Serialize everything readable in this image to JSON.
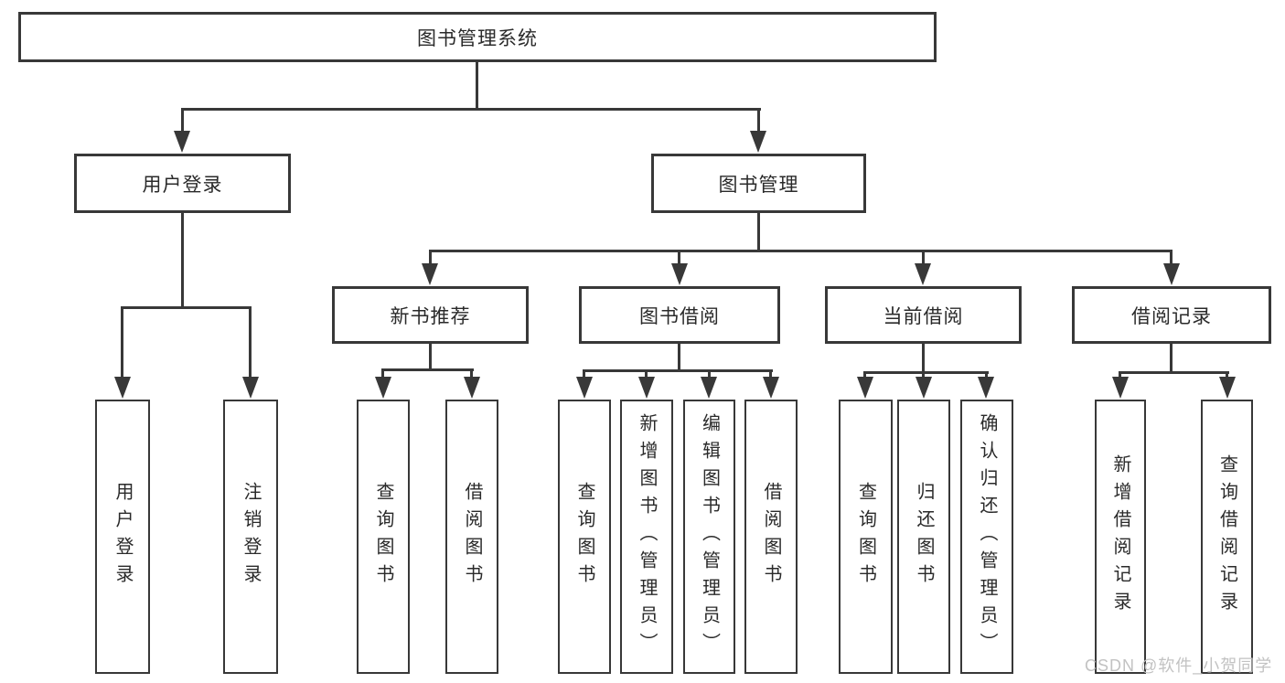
{
  "colors": {
    "line": "#383838",
    "text": "#2a2a2a",
    "background": "#ffffff",
    "watermark": "#c2c2c2"
  },
  "root": {
    "label": "图书管理系统"
  },
  "level2": [
    {
      "label": "用户登录"
    },
    {
      "label": "图书管理"
    }
  ],
  "level3": [
    {
      "label": "新书推荐"
    },
    {
      "label": "图书借阅"
    },
    {
      "label": "当前借阅"
    },
    {
      "label": "借阅记录"
    }
  ],
  "leaves": {
    "user_login_children": [
      {
        "label": "用户登录"
      },
      {
        "label": "注销登录"
      }
    ],
    "new_book_children": [
      {
        "label": "查询图书"
      },
      {
        "label": "借阅图书"
      }
    ],
    "book_borrow_children": [
      {
        "label": "查询图书"
      },
      {
        "label": "新增图书（管理员）"
      },
      {
        "label": "编辑图书（管理员）"
      },
      {
        "label": "借阅图书"
      }
    ],
    "current_borrow_children": [
      {
        "label": "查询图书"
      },
      {
        "label": "归还图书"
      },
      {
        "label": "确认归还（管理员）"
      }
    ],
    "borrow_record_children": [
      {
        "label": "新增借阅记录"
      },
      {
        "label": "查询借阅记录"
      }
    ]
  },
  "watermark": {
    "text": "CSDN @软件_小贺同学"
  }
}
